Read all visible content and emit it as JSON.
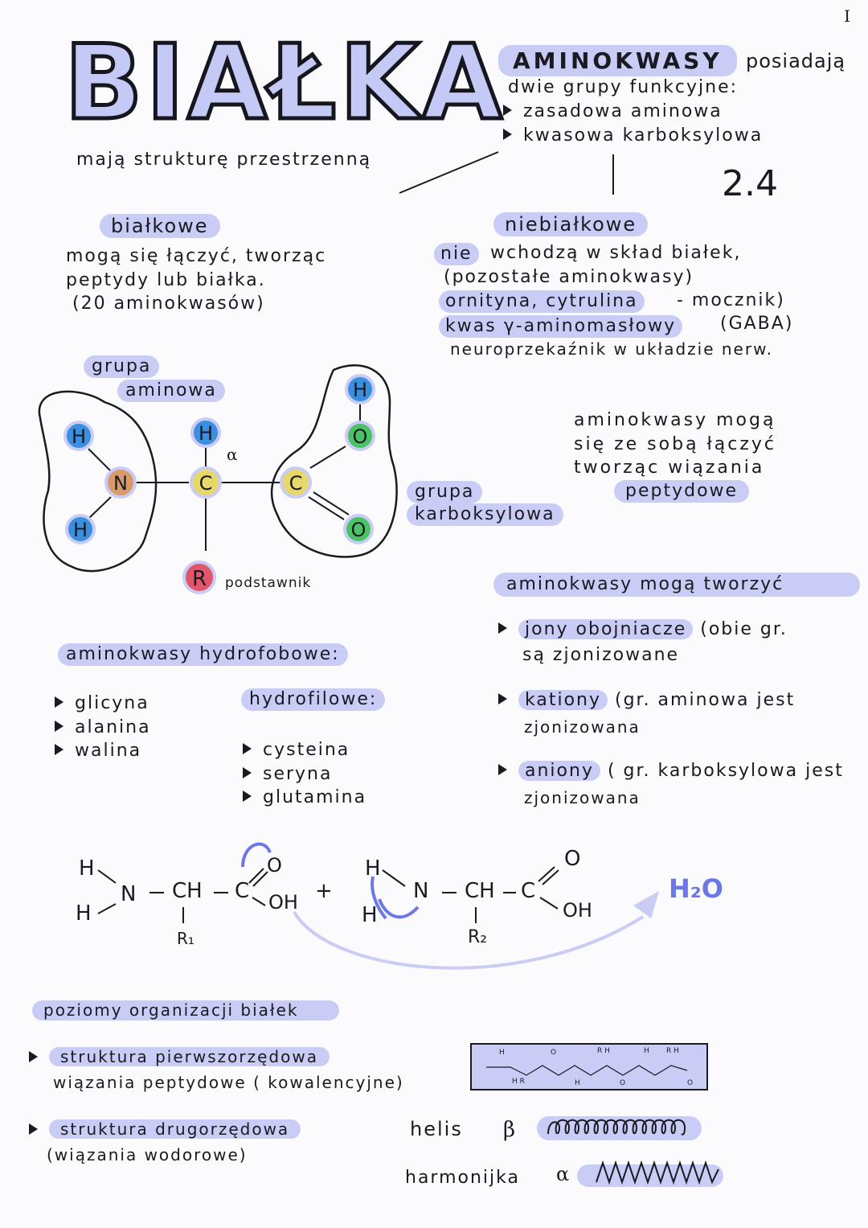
{
  "page_number": "I",
  "title": "BIAŁKA",
  "subtitle": "mają strukturę przestrzenną",
  "aminokwasy_header": {
    "label": "AMINOKWASY",
    "rest": "posiadają",
    "line2": "dwie grupy funkcyjne:",
    "items": [
      "zasadowa aminowa",
      "kwasowa karboksylowa"
    ]
  },
  "number_label": "2.4",
  "bialkowe": {
    "label": "białkowe",
    "lines": [
      "mogą się łączyć, tworząc",
      "peptydy lub białka.",
      "(20 aminokwasów)"
    ]
  },
  "niebialkowe": {
    "label": "niebiałkowe",
    "line1_hl": "nie",
    "line1_rest": "wchodzą w skład białek,",
    "line2": "(pozostałe aminokwasy)",
    "line3_hl": "ornityna, cytrulina",
    "line3_rest": "- mocznik)",
    "line4_hl": "kwas γ-aminomasłowy",
    "line4_rest": "(GABA)",
    "line5": "neuroprzekaźnik w układzie nerw."
  },
  "molecule": {
    "grupa_aminowa_1": "grupa",
    "grupa_aminowa_2": "aminowa",
    "grupa_karboksylowa_1": "grupa",
    "grupa_karboksylowa_2": "karboksylowa",
    "atoms": {
      "h1": "H",
      "h2": "H",
      "h3": "H",
      "h4": "H",
      "n": "N",
      "c1": "C",
      "c2": "C",
      "o1": "O",
      "o2": "O",
      "r": "R"
    },
    "alpha": "α",
    "podstawnik": "podstawnik",
    "colors": {
      "h": "#3a8fe0",
      "n": "#d99a6a",
      "c": "#e6d86a",
      "o": "#4cc266",
      "r": "#e0566b",
      "outline": "#1a1a22"
    }
  },
  "peptydowe_note": {
    "lines": [
      "aminokwasy mogą",
      "się ze sobą łączyć",
      "tworząc wiązania"
    ],
    "hl": "peptydowe"
  },
  "hydrofobowe": {
    "label": "aminokwasy hydrofobowe:",
    "items": [
      "glicyna",
      "alanina",
      "walina"
    ]
  },
  "hydrofilowe": {
    "label": "hydrofilowe:",
    "items": [
      "cysteina",
      "seryna",
      "glutamina"
    ]
  },
  "tworzyc": {
    "label": "aminokwasy mogą tworzyć",
    "items": [
      {
        "hl": "jony obojniacze",
        "rest": "(obie gr.",
        "line2": "są zjonizowane"
      },
      {
        "hl": "kationy",
        "rest": "(gr. aminowa jest",
        "line2": "zjonizowana"
      },
      {
        "hl": "aniony",
        "rest": "( gr. karboksylowa jest",
        "line2": "zjonizowana"
      }
    ]
  },
  "reaction": {
    "left": {
      "h_top": "H",
      "h_bot": "H",
      "n": "N",
      "ch": "CH",
      "c": "C",
      "o": "O",
      "oh": "OH",
      "r": "R₁"
    },
    "plus": "+",
    "right": {
      "h_top": "H",
      "h_bot": "H",
      "n": "N",
      "ch": "CH",
      "c": "C",
      "o": "O",
      "oh": "OH",
      "r": "R₂"
    },
    "product": "H₂O"
  },
  "poziomy": {
    "label": "poziomy organizacji białek",
    "struktura1_hl": "struktura pierwszorzędowa",
    "struktura1_line2": "wiązania peptydowe ( kowalencyjne)",
    "struktura2_hl": "struktura drugorzędowa",
    "struktura2_line2": "(wiązania wodorowe)",
    "helis": "helis",
    "beta": "β",
    "harmonijka": "harmonijka",
    "alpha": "α"
  }
}
